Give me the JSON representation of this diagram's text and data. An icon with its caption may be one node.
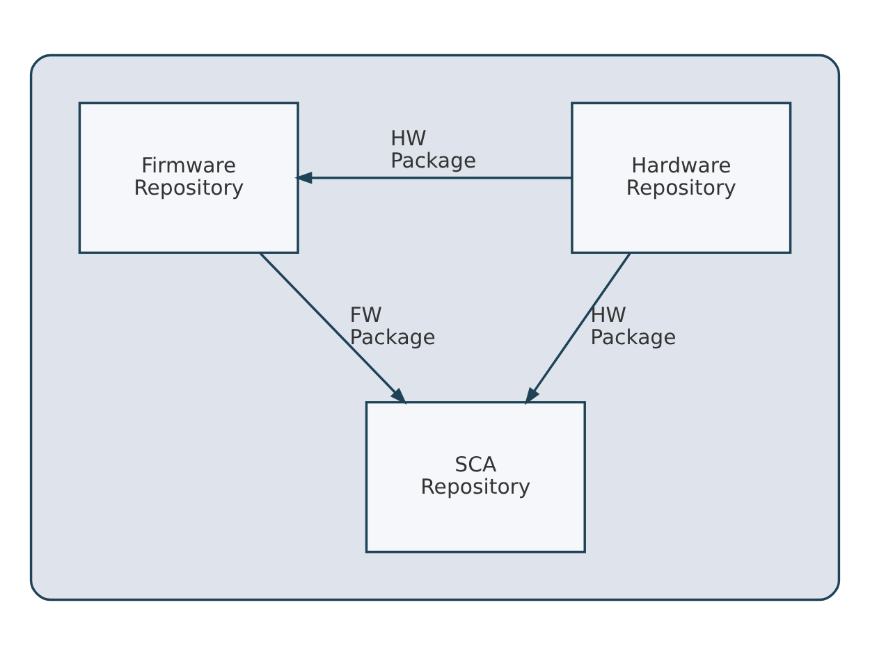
{
  "diagram": {
    "nodes": [
      {
        "text": [],
        "shape": "box"
      },
      {
        "text": [
          "Firmware Repository"
        ],
        "in": 0
      },
      {
        "text": [
          "Hardware Repository"
        ],
        "in": 0
      },
      {
        "text": [
          "SCA Repository"
        ],
        "in": 0
      }
    ],
    "edges": [
      {
        "from": 2,
        "to": 1,
        "arrow": "to",
        "label": "HW Package"
      },
      {
        "from": 2,
        "to": 3,
        "arrow": "to",
        "label": "HW Package"
      },
      {
        "from": 1,
        "to": 3,
        "arrow": "to",
        "label": "FW Package"
      }
    ]
  }
}
